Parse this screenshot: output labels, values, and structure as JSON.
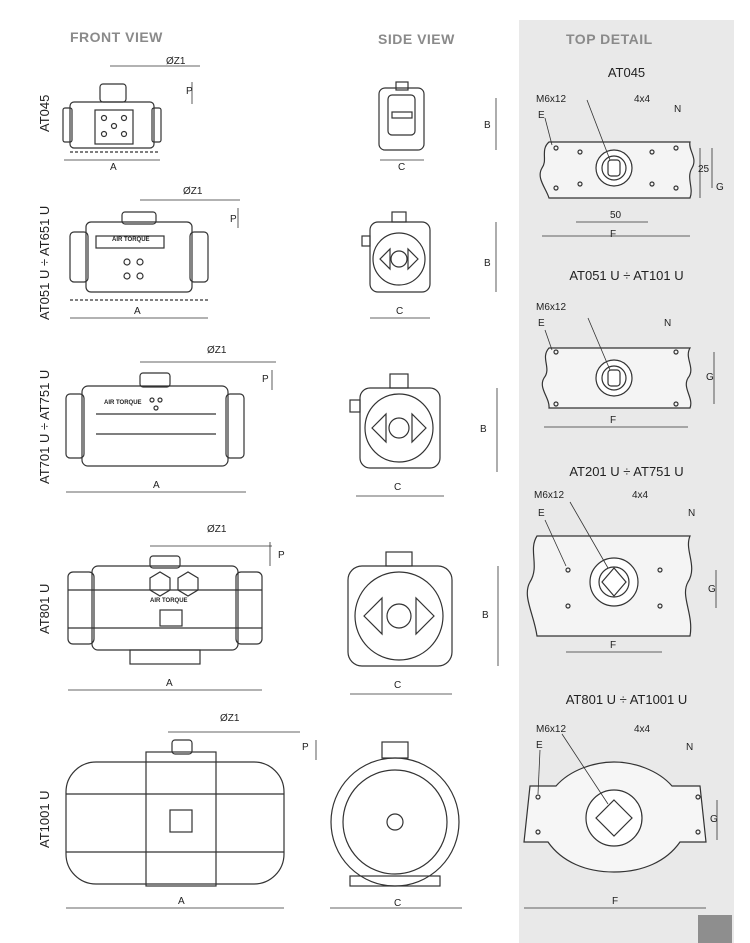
{
  "headers": {
    "front": "FRONT VIEW",
    "side": "SIDE VIEW",
    "top": "TOP DETAIL"
  },
  "rows": [
    {
      "model": "AT045",
      "detail_title": "AT045"
    },
    {
      "model": "AT051 U ÷ AT651 U",
      "detail_title": "AT051 U ÷ AT101 U"
    },
    {
      "model": "AT701 U ÷ AT751 U",
      "detail_title": "AT201 U ÷ AT751 U"
    },
    {
      "model": "AT801 U",
      "detail_title": "AT801 U ÷ AT1001 U"
    },
    {
      "model": "AT1001 U"
    }
  ],
  "dims": {
    "z1": "ØZ1",
    "p": "P",
    "a": "A",
    "b": "B",
    "c": "C",
    "e": "E",
    "f": "F",
    "g": "G",
    "n": "N",
    "m6x12": "M6x12",
    "sq4x4": "4x4",
    "d25": "25",
    "d50": "50"
  },
  "brand": "AIR TORQUE"
}
